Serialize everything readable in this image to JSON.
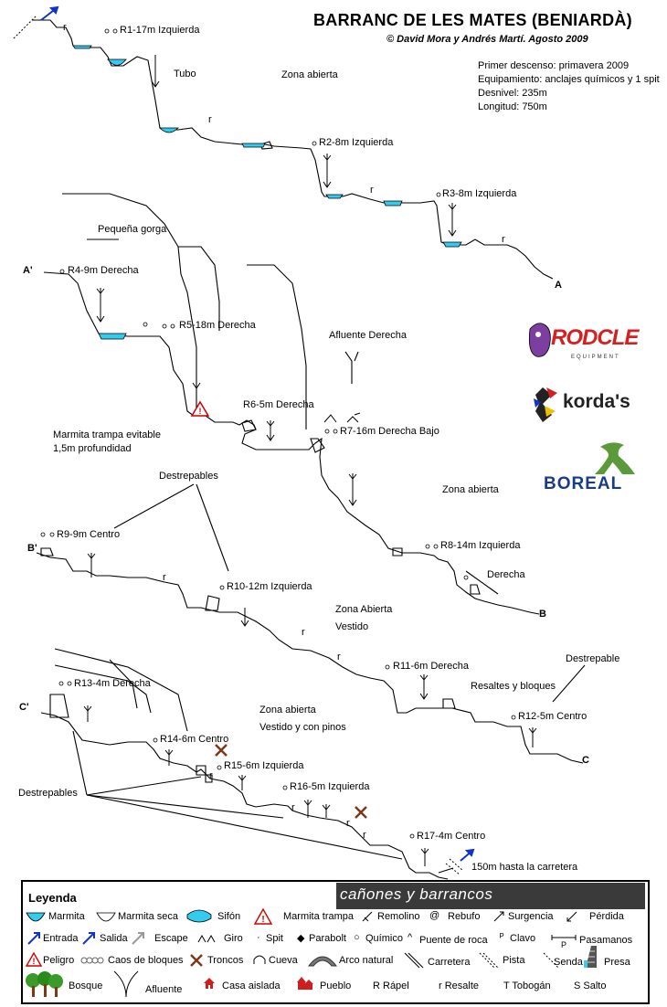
{
  "header": {
    "title": "BARRANC DE LES MATES (BENIARDÀ)",
    "credit": "© David Mora y Andrés Martí. Agosto 2009"
  },
  "info": {
    "primer_descenso": "Primer descenso: primavera 2009",
    "equipamiento": "Equipamiento: anclajes químicos y 1 spit",
    "desnivel": "Desnivel: 235m",
    "longitud": "Longitud: 750m"
  },
  "rappels": {
    "r1": "R1-17m  Izquierda",
    "r2": "R2-8m  Izquierda",
    "r3": "R3-8m  Izquierda",
    "r4": "R4-9m  Derecha",
    "r5": "R5-18m  Derecha",
    "r6": "R6-5m  Derecha",
    "r7": "R7-16m  Derecha Bajo",
    "r8": "R8-14m  Izquierda",
    "r9": "R9-9m  Centro",
    "r10": "R10-12m  Izquierda",
    "r11": "R11-6m  Derecha",
    "r12": "R12-5m  Centro",
    "r13": "R13-4m  Derecha",
    "r14": "R14-6m  Centro",
    "r15": "R15-6m  Izquierda",
    "r16": "R16-5m  Izquierda",
    "r17": "R17-4m  Centro"
  },
  "annotations": {
    "tubo": "Tubo",
    "zona_abierta_1": "Zona abierta",
    "pequena_gorga": "Pequeña gorga",
    "afluente_derecha": "Afluente Derecha",
    "marmita_trampa_1": "Marmita trampa evitable",
    "marmita_trampa_2": "1,5m profundidad",
    "zona_abierta_2": "Zona abierta",
    "destrepables_1": "Destrepables",
    "derecha": "Derecha",
    "zona_abierta_3": "Zona Abierta",
    "vestido": "Vestido",
    "destrepable": "Destrepable",
    "resaltes": "Resaltes y bloques",
    "zona_abierta_4": "Zona abierta",
    "vestido_pinos": "Vestido y con pinos",
    "destrepables_2": "Destrepables",
    "hasta_carretera": "150m hasta la carretera",
    "r_marks": [
      "r",
      "r",
      "r",
      "r",
      "r",
      "r",
      "r",
      "r",
      "r",
      "r",
      "r"
    ]
  },
  "sections": {
    "a": "A",
    "a_prime": "A'",
    "b": "B",
    "b_prime": "B'",
    "c": "C",
    "c_prime": "C'"
  },
  "sponsors": {
    "rodcle": "RODCLE",
    "rodcle_sub": "EQUIPMENT",
    "kordas": "korda's",
    "boreal": "BOREAL"
  },
  "legend": {
    "title": "Leyenda",
    "banner": "cañones y barrancos",
    "items": {
      "marmita": "Marmita",
      "marmita_seca": "Marmita seca",
      "sifon": "Sifón",
      "marmita_trampa": "Marmita trampa",
      "remolino": "Remolino",
      "rebufo": "Rebufo",
      "surgencia": "Surgencia",
      "perdida": "Pérdida",
      "entrada": "Entrada",
      "salida": "Salida",
      "escape": "Escape",
      "giro": "Giro",
      "spit": "Spit",
      "parabolt": "Parabolt",
      "quimico": "Químico",
      "puente_roca": "Puente de roca",
      "clavo": "Clavo",
      "pasamanos": "Pasamanos",
      "peligro": "Peligro",
      "caos": "Caos de bloques",
      "troncos": "Troncos",
      "cueva": "Cueva",
      "arco": "Arco natural",
      "carretera": "Carretera",
      "pista": "Pista",
      "senda": "Senda",
      "presa": "Presa",
      "bosque": "Bosque",
      "afluente": "Afluente",
      "casa": "Casa aislada",
      "pueblo": "Pueblo",
      "rapel": "R Rápel",
      "resalte": "r Resalte",
      "tobogan": "T Tobogán",
      "salto": "S Salto"
    }
  },
  "colors": {
    "water": "#33ccee",
    "arrow_blue": "#1133cc",
    "danger": "#cc0000",
    "brown": "#7a3a1a"
  }
}
